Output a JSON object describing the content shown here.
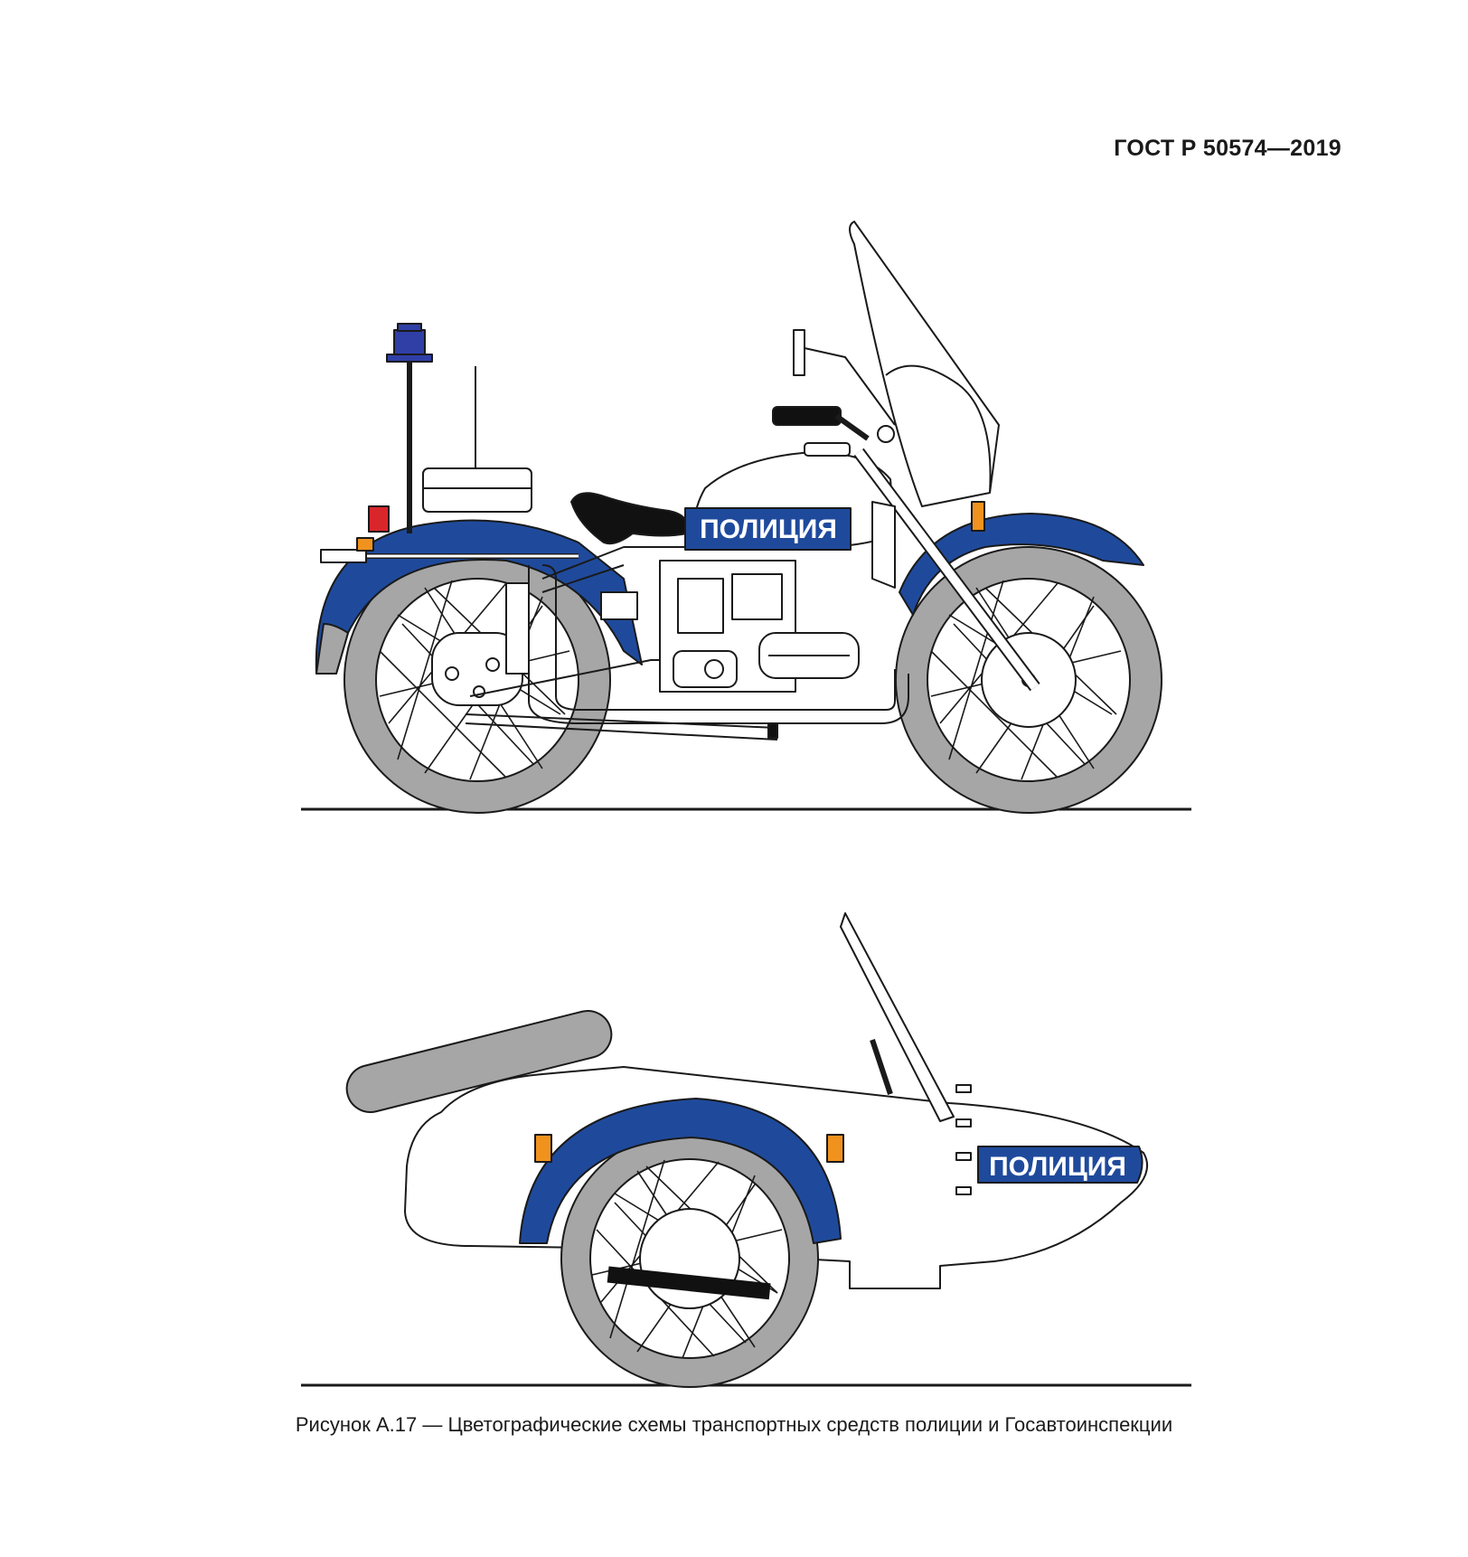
{
  "header": {
    "document_code": "ГОСТ Р 50574—2019"
  },
  "figure": {
    "motorcycle_label": "ПОЛИЦИЯ",
    "sidecar_label": "ПОЛИЦИЯ",
    "caption": "Рисунок А.17 — Цветографические схемы транспортных средств полиции и Госавтоинспекции"
  },
  "colors": {
    "police_blue": "#1f4a9c",
    "beacon_blue": "#2f3fa6",
    "tire_gray": "#a6a6a6",
    "amber": "#f0921e",
    "red": "#d9262b",
    "outline": "#1a1a1a"
  }
}
